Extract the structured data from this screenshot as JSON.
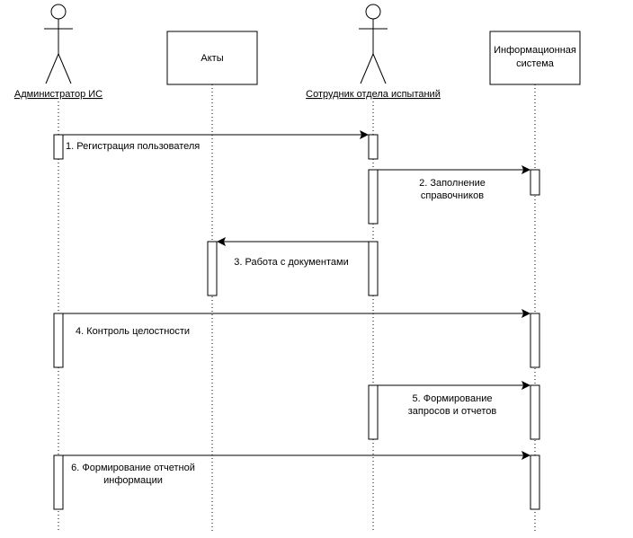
{
  "participants": {
    "admin": {
      "label": "Администратор ИС",
      "kind": "actor"
    },
    "acts": {
      "label": "Акты",
      "kind": "object"
    },
    "employee": {
      "label": "Сотрудник отдела испытаний",
      "kind": "actor"
    },
    "infosys": {
      "label_lines": [
        "Информационная",
        "система"
      ],
      "kind": "object"
    }
  },
  "messages": [
    {
      "from": "admin",
      "to": "employee",
      "lines": [
        "1. Регистрация пользователя"
      ]
    },
    {
      "from": "employee",
      "to": "infosys",
      "lines": [
        "2. Заполнение",
        "справочников"
      ]
    },
    {
      "from": "employee",
      "to": "acts",
      "lines": [
        "3. Работа с документами"
      ]
    },
    {
      "from": "admin",
      "to": "infosys",
      "lines": [
        "4. Контроль целостности"
      ]
    },
    {
      "from": "employee",
      "to": "infosys",
      "lines": [
        "5. Формирование",
        "запросов и отчетов"
      ]
    },
    {
      "from": "admin",
      "to": "infosys",
      "lines": [
        "6. Формирование отчетной",
        "информации"
      ]
    }
  ]
}
